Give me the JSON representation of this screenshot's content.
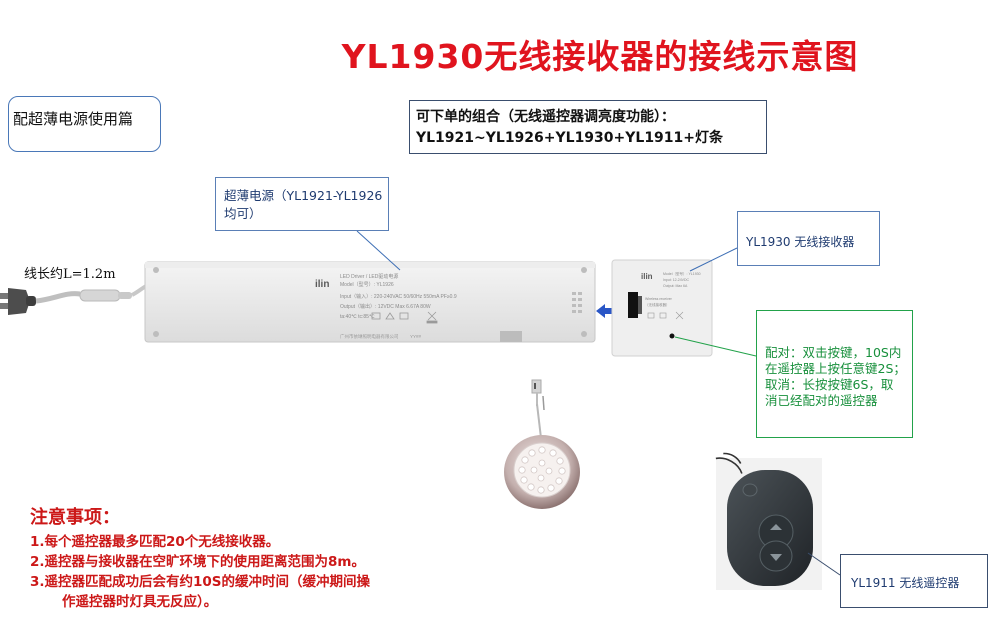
{
  "title": "YL1930无线接收器的接线示意图",
  "mode_label": "配超薄电源使用篇",
  "combo": {
    "line1": "可下单的组合（无线遥控器调亮度功能）：",
    "line2": "YL1921~YL1926+YL1930+YL1911+灯条"
  },
  "psu_callout": {
    "line1": "超薄电源（YL1921-YL1926",
    "line2": "均可）"
  },
  "cable_label": "线长约L=1.2m",
  "receiver_callout": "YL1930 无线接收器",
  "pairing": {
    "line1": "配对：双击按键，10S内",
    "line2": "在遥控器上按任意键2S；",
    "line3": "取消：长按按键6S，取",
    "line4": "消已经配对的遥控器"
  },
  "remote_callout": "YL1911 无线遥控器",
  "notes": {
    "title": "注意事项：",
    "items": [
      "1.每个遥控器最多匹配20个无线接收器。",
      "2.遥控器与接收器在空旷环境下的使用距离范围为8m。",
      "3.遥控器匹配成功后会有约10S的缓冲时间（缓冲期间操",
      "作遥控器时灯具无反应）。"
    ]
  },
  "psu_label": {
    "brand": "ilin",
    "line1": "LED Driver / LED驱动电源",
    "line2": "Model（型号）: YL1926",
    "line3": "Input（输入）: 220-240VAC 50/60Hz 550mA PF≥0.9",
    "line4": "Output（输出）: 12VDC Max 6.67A 80W",
    "line5": "ta:40℃   tc:85℃",
    "footer": "广州市依琳照明电器有限公司",
    "code": "YY##"
  },
  "receiver_label": {
    "brand": "ilin",
    "line1": "Model（型号）: YL1930",
    "line2": "Input: 12-24VDC",
    "line3": "Output: Max 6A",
    "line4": "Wireless receiver",
    "line5": "（无线接收器）"
  },
  "colors": {
    "title": "#e0141e",
    "notes": "#cc1818",
    "pairing": "#18903c",
    "box_border": "#5a7fb6",
    "arrow": "#2a56c6"
  },
  "icons": [
    "power-plug-icon",
    "dc-connector-icon",
    "arrow-left-icon",
    "signal-wave-icon",
    "wire-plug-icon"
  ]
}
